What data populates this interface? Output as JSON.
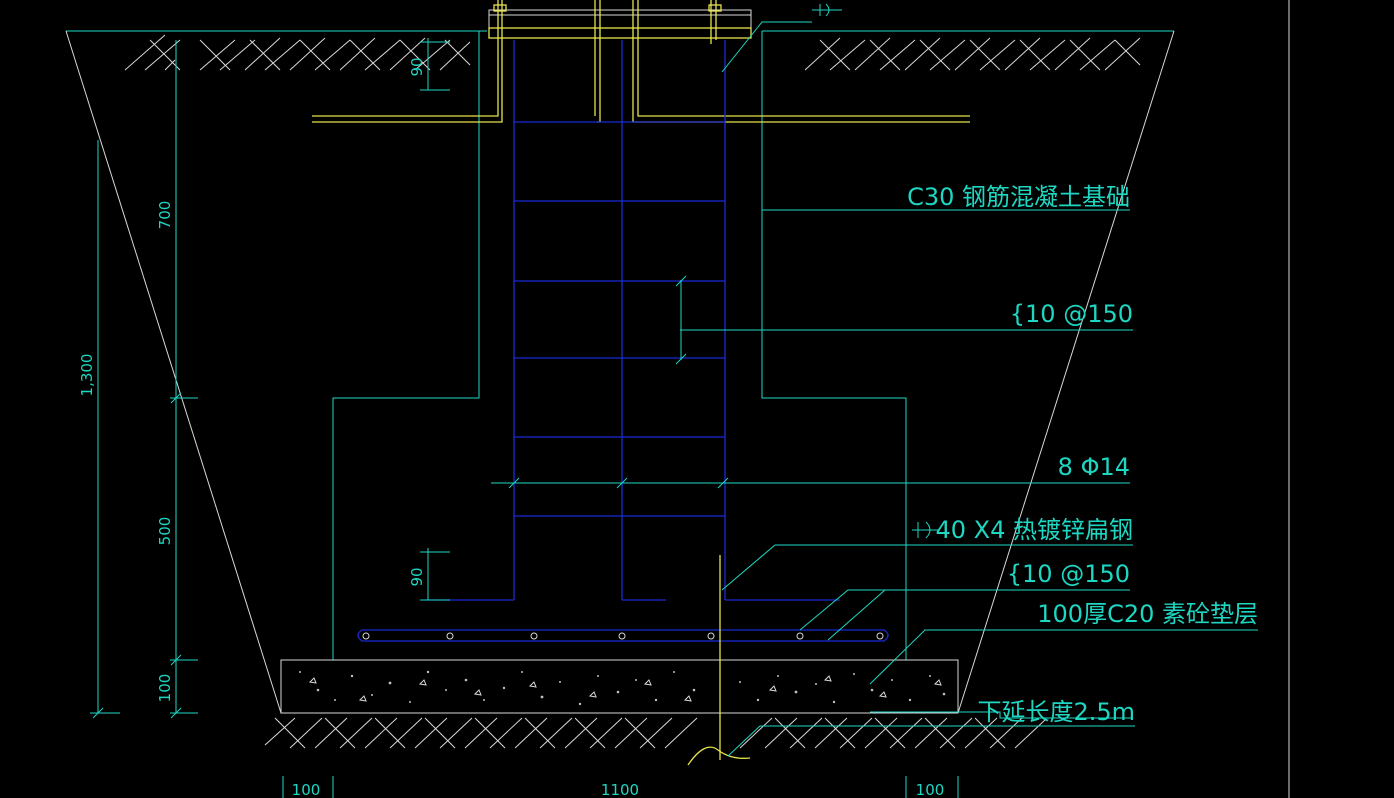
{
  "labels": {
    "concrete": "C30 钢筋混凝土基础",
    "stirrup_top": "{10 @150",
    "main_bar": "8 Φ14",
    "flat_steel": "40 X4 热镀锌扁钢",
    "stirrup_bottom": "{10 @150",
    "cushion": "100厚C20 素砼垫层",
    "extension": "下延长度2.5m"
  },
  "dims": {
    "total_depth": "1,300",
    "upper": "700",
    "lower": "500",
    "cushion": "100",
    "anchor_top": "90",
    "anchor_bottom": "90",
    "bottom_left": "100",
    "bottom_mid": "1100",
    "bottom_right": "100"
  },
  "colors": {
    "background": "#000000",
    "line": "#1dd7c3",
    "rebar": "#1b2bd6",
    "bolt": "#e6e44a",
    "hatch": "#d8d8d8"
  }
}
